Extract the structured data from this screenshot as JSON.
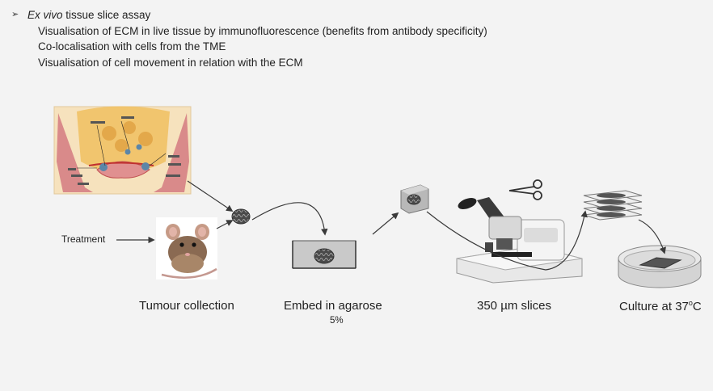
{
  "bullets": {
    "marker": "➢",
    "title_italic": "Ex vivo",
    "title_rest": " tissue slice assay",
    "items": [
      "Visualisation of ECM in live tissue by immunofluorescence (benefits from antibody specificity)",
      "Co-localisation with cells from the TME",
      "Visualisation of cell movement in relation with the ECM"
    ]
  },
  "steps": {
    "treatment": "Treatment",
    "tumour_collection": "Tumour collection",
    "embed": "Embed in agarose",
    "embed_pct": "5%",
    "slices": "350 µm slices",
    "culture_prefix": "Culture at 37",
    "culture_sup": "o",
    "culture_suffix": "C"
  },
  "colors": {
    "arrow": "#3a3a3a",
    "tissue": "#555555",
    "anatomy_bg": "#f6e2bd",
    "dish": "#dcdcdc"
  }
}
